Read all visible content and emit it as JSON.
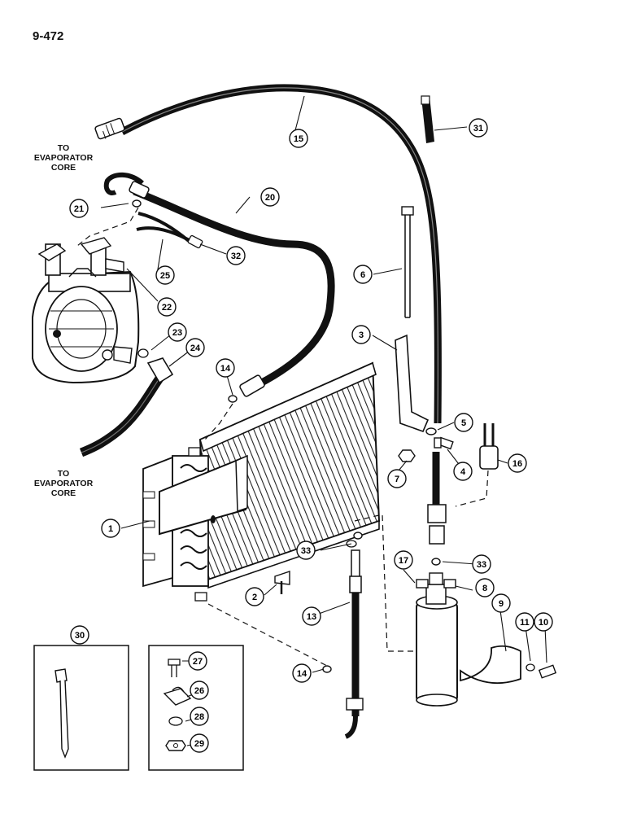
{
  "page_number": "9-472",
  "notes": {
    "top": "TO\nEVAPORATOR\nCORE",
    "bottom": "TO\nEVAPORATOR\nCORE"
  },
  "callouts": [
    "1",
    "2",
    "3",
    "4",
    "5",
    "6",
    "7",
    "8",
    "9",
    "10",
    "11",
    "13",
    "14",
    "14",
    "15",
    "16",
    "17",
    "20",
    "21",
    "22",
    "23",
    "24",
    "25",
    "26",
    "27",
    "28",
    "29",
    "30",
    "31",
    "32",
    "33",
    "33"
  ]
}
